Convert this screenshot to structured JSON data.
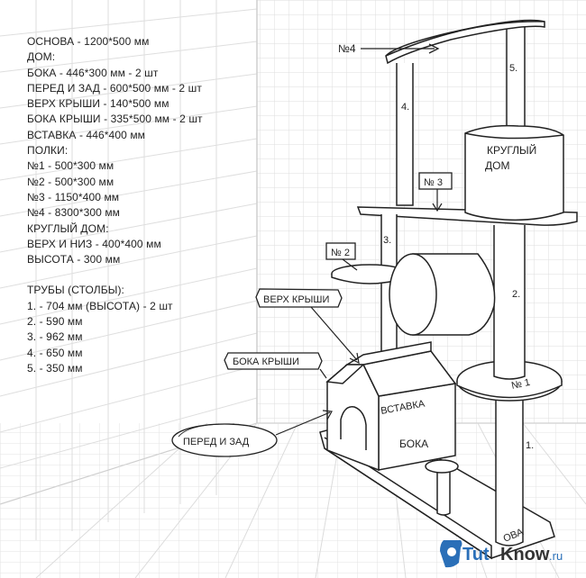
{
  "spec_list": [
    "ОСНОВА - 1200*500 мм",
    "ДОМ:",
    "БОКА - 446*300 мм - 2 шт",
    "ПЕРЕД И ЗАД - 600*500 мм - 2 шт",
    "ВЕРХ КРЫШИ - 140*500 мм",
    "БОКА КРЫШИ - 335*500 мм - 2 шт",
    "ВСТАВКА - 446*400 мм",
    "ПОЛКИ:",
    "№1 - 500*300 мм",
    "№2 - 500*300 мм",
    "№3 - 1150*400 мм",
    "№4 - 8300*300 мм",
    "КРУГЛЫЙ ДОМ:",
    "ВЕРХ И НИЗ - 400*400 мм",
    "ВЫСОТА - 300 мм",
    "",
    "ТРУБЫ (СТОЛБЫ):",
    "1. - 704 мм (ВЫСОТА) - 2 шт",
    "2. - 590 мм",
    "3. - 962 мм",
    "4. - 650 мм",
    "5. - 350 мм"
  ],
  "labels": {
    "shelf4": "№4",
    "post5": "5.",
    "post4": "4.",
    "round_house_line1": "КРУГЛЫЙ",
    "round_house_line2": "ДОМ",
    "shelf3": "№ 3",
    "post3": "3.",
    "shelf2": "№ 2",
    "post2": "2.",
    "roof_top": "ВЕРХ КРЫШИ",
    "roof_sides": "БОКА КРЫШИ",
    "insert": "ВСТАВКА",
    "shelf1": "№ 1",
    "front_back": "ПЕРЕД И ЗАД",
    "sides": "БОКА",
    "post1": "1.",
    "base": "ОВА"
  },
  "watermark": {
    "brand_a": "Tut",
    "brand_b": "Know",
    "tld": ".ru"
  },
  "colors": {
    "ink": "#222222",
    "grid": "#dedede",
    "grid_strong": "#cfcfcf",
    "watermark_blue": "#2a6fb8",
    "watermark_dark": "#333333"
  }
}
